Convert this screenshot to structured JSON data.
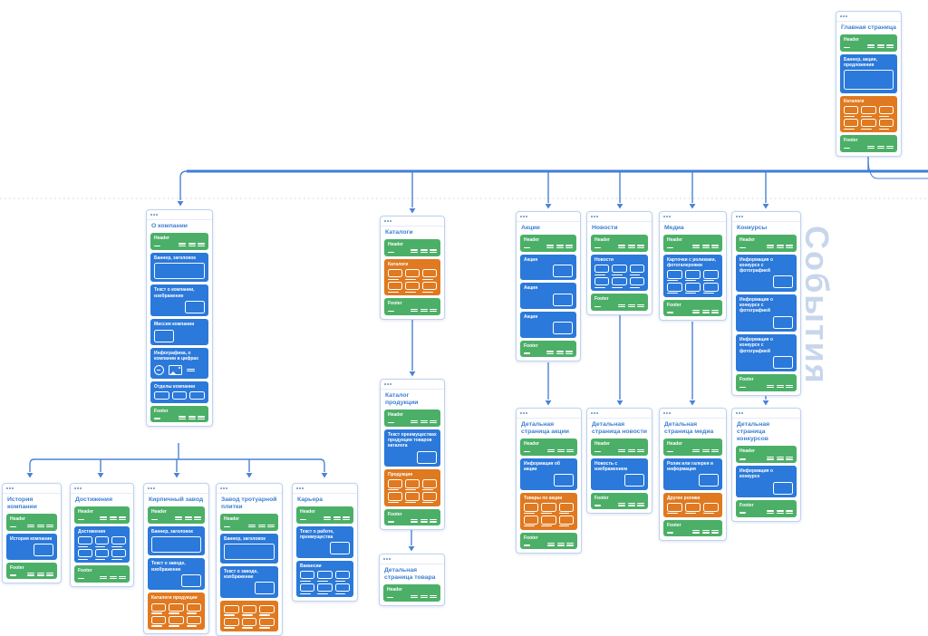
{
  "watermark": "События",
  "colors": {
    "block_green": "#4caf68",
    "block_blue": "#2b79da",
    "block_orange": "#e0791f",
    "title_blue": "#3d7ed2",
    "connector_blue": "#4a83d4",
    "watermark_blue": "#c7d6eb"
  },
  "cards": [
    {
      "id": "home",
      "title": "Главная страница",
      "blocks": [
        {
          "type": "header",
          "label": "Header",
          "color": "green"
        },
        {
          "type": "banner",
          "label": "Баннер, акции, предложения",
          "color": "blue",
          "inner": "empty"
        },
        {
          "type": "grid",
          "label": "Каталоги",
          "color": "orange",
          "rows": 2,
          "cols": 3,
          "dashes": true
        },
        {
          "type": "footer",
          "label": "Footer",
          "color": "green"
        }
      ]
    },
    {
      "id": "about",
      "title": "О компании",
      "blocks": [
        {
          "type": "header",
          "label": "Header",
          "color": "green"
        },
        {
          "type": "banner",
          "label": "Баннер, заголовок",
          "color": "blue",
          "inner": "lines"
        },
        {
          "type": "linesrect",
          "label": "Текст о компании, изображение",
          "color": "blue"
        },
        {
          "type": "imglines",
          "label": "Миссия компании",
          "color": "blue"
        },
        {
          "type": "infographic",
          "label": "Инфографика, о компании в цифрах",
          "color": "blue"
        },
        {
          "type": "grid",
          "label": "Отделы компании",
          "color": "blue",
          "rows": 1,
          "cols": 3,
          "dashes": false
        },
        {
          "type": "footer",
          "label": "Footer",
          "color": "green"
        }
      ]
    },
    {
      "id": "catalogs",
      "title": "Каталоги",
      "blocks": [
        {
          "type": "header",
          "label": "Header",
          "color": "green"
        },
        {
          "type": "grid",
          "label": "Каталоги",
          "color": "orange",
          "rows": 2,
          "cols": 3,
          "dashes": true
        },
        {
          "type": "footer",
          "label": "Footer",
          "color": "green"
        }
      ]
    },
    {
      "id": "promos",
      "title": "Акции",
      "blocks": [
        {
          "type": "header",
          "label": "Header",
          "color": "green"
        },
        {
          "type": "linesrect",
          "label": "Акция",
          "color": "blue"
        },
        {
          "type": "linesrect",
          "label": "Акция",
          "color": "blue"
        },
        {
          "type": "linesrect",
          "label": "Акция",
          "color": "blue"
        },
        {
          "type": "footer",
          "label": "Footer",
          "color": "green"
        }
      ]
    },
    {
      "id": "news",
      "title": "Новости",
      "blocks": [
        {
          "type": "header",
          "label": "Header",
          "color": "green"
        },
        {
          "type": "grid",
          "label": "Новости",
          "color": "blue",
          "rows": 2,
          "cols": 3,
          "dashes": true
        },
        {
          "type": "footer",
          "label": "Footer",
          "color": "green"
        }
      ]
    },
    {
      "id": "media",
      "title": "Медиа",
      "blocks": [
        {
          "type": "header",
          "label": "Header",
          "color": "green"
        },
        {
          "type": "grid",
          "label": "Карточки с роликами, фотогалереями",
          "color": "blue",
          "rows": 2,
          "cols": 3,
          "dashes": true
        },
        {
          "type": "footer",
          "label": "Footer",
          "color": "green"
        }
      ]
    },
    {
      "id": "contests",
      "title": "Конкурсы",
      "blocks": [
        {
          "type": "header",
          "label": "Header",
          "color": "green"
        },
        {
          "type": "linesrect",
          "label": "Информация о конкурсе с фотографией",
          "color": "blue"
        },
        {
          "type": "linesrect",
          "label": "Информация о конкурсе с фотографией",
          "color": "blue"
        },
        {
          "type": "linesrect",
          "label": "Информация о конкурсе с фотографией",
          "color": "blue"
        },
        {
          "type": "footer",
          "label": "Footer",
          "color": "green"
        }
      ]
    },
    {
      "id": "product-catalog",
      "title": "Каталог продукции",
      "blocks": [
        {
          "type": "header",
          "label": "Header",
          "color": "green"
        },
        {
          "type": "linesrect",
          "label": "Текст преимуществах продукции товаров каталога",
          "color": "blue"
        },
        {
          "type": "grid",
          "label": "Продукция",
          "color": "orange",
          "rows": 2,
          "cols": 3,
          "dashes": true
        },
        {
          "type": "footer",
          "label": "Footer",
          "color": "green"
        }
      ]
    },
    {
      "id": "promo-detail",
      "title": "Детальная страница акции",
      "blocks": [
        {
          "type": "header",
          "label": "Header",
          "color": "green"
        },
        {
          "type": "linesrect",
          "label": "Информация об акции",
          "color": "blue"
        },
        {
          "type": "grid",
          "label": "Товары по акции",
          "color": "orange",
          "rows": 2,
          "cols": 3,
          "dashes": true
        },
        {
          "type": "footer",
          "label": "Footer",
          "color": "green"
        }
      ]
    },
    {
      "id": "news-detail",
      "title": "Детальная страница новости",
      "blocks": [
        {
          "type": "header",
          "label": "Header",
          "color": "green"
        },
        {
          "type": "linesrect",
          "label": "Новость с изображением",
          "color": "blue"
        },
        {
          "type": "footer",
          "label": "Footer",
          "color": "green"
        }
      ]
    },
    {
      "id": "media-detail",
      "title": "Детальная страница медиа",
      "blocks": [
        {
          "type": "header",
          "label": "Header",
          "color": "green"
        },
        {
          "type": "linesrect",
          "label": "Ролик или галерея и информация",
          "color": "blue"
        },
        {
          "type": "grid",
          "label": "Другие ролики",
          "color": "orange",
          "rows": 1,
          "cols": 3,
          "dashes": true
        },
        {
          "type": "footer",
          "label": "Footer",
          "color": "green"
        }
      ]
    },
    {
      "id": "contest-detail",
      "title": "Детальная страница конкурсов",
      "blocks": [
        {
          "type": "header",
          "label": "Header",
          "color": "green"
        },
        {
          "type": "linesrect",
          "label": "Информация о конкурсе",
          "color": "blue"
        },
        {
          "type": "footer",
          "label": "Footer",
          "color": "green"
        }
      ]
    },
    {
      "id": "history",
      "title": "История компании",
      "blocks": [
        {
          "type": "header",
          "label": "Header",
          "color": "green"
        },
        {
          "type": "linesrect",
          "label": "История компании",
          "color": "blue"
        },
        {
          "type": "footer",
          "label": "Footer",
          "color": "green"
        }
      ]
    },
    {
      "id": "achievements",
      "title": "Достижения",
      "blocks": [
        {
          "type": "header",
          "label": "Header",
          "color": "green"
        },
        {
          "type": "grid",
          "label": "Достижения",
          "color": "blue",
          "rows": 2,
          "cols": 3,
          "dashes": true
        },
        {
          "type": "footer",
          "label": "Footer",
          "color": "green"
        }
      ]
    },
    {
      "id": "brick-plant",
      "title": "Кирпичный завод",
      "blocks": [
        {
          "type": "header",
          "label": "Header",
          "color": "green"
        },
        {
          "type": "banner",
          "label": "Баннер, заголовок",
          "color": "blue",
          "inner": "lines"
        },
        {
          "type": "linesrect",
          "label": "Текст о заводе, изображение",
          "color": "blue"
        },
        {
          "type": "grid",
          "label": "Каталоги продукции",
          "color": "orange",
          "rows": 2,
          "cols": 3,
          "dashes": true
        }
      ]
    },
    {
      "id": "paving-plant",
      "title": "Завод тротуарной плитки",
      "blocks": [
        {
          "type": "header",
          "label": "Header",
          "color": "green"
        },
        {
          "type": "banner",
          "label": "Баннер, заголовок",
          "color": "blue",
          "inner": "lines"
        },
        {
          "type": "linesrect",
          "label": "Текст о заводе, изображение",
          "color": "blue"
        },
        {
          "type": "grid",
          "label": "",
          "color": "orange",
          "rows": 2,
          "cols": 3,
          "dashes": true
        }
      ]
    },
    {
      "id": "career",
      "title": "Карьера",
      "blocks": [
        {
          "type": "header",
          "label": "Header",
          "color": "green"
        },
        {
          "type": "linesrect",
          "label": "Текст о работе, преимущества",
          "color": "blue"
        },
        {
          "type": "grid",
          "label": "Вакансии",
          "color": "blue",
          "rows": 2,
          "cols": 3,
          "dashes": true
        }
      ]
    },
    {
      "id": "product-detail",
      "title": "Детальная страница товара",
      "blocks": [
        {
          "type": "header",
          "label": "Header",
          "color": "green"
        }
      ]
    }
  ]
}
